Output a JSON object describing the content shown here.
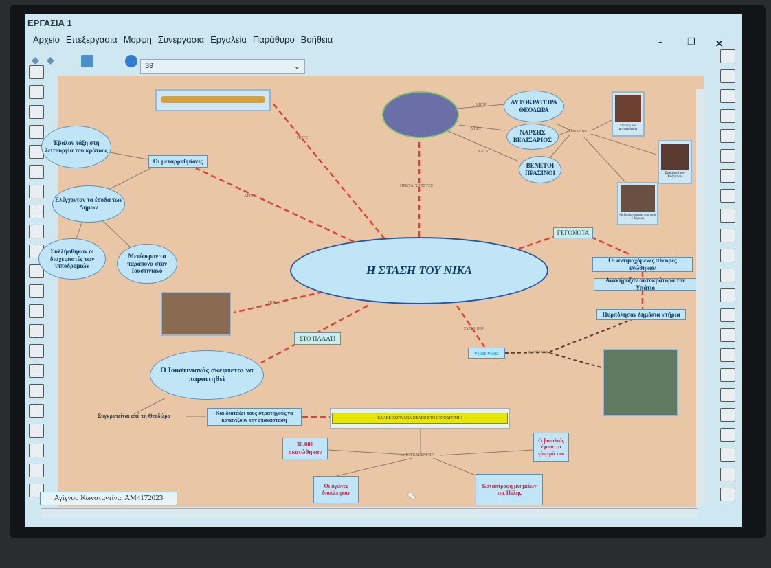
{
  "window": {
    "title": "ΕΡΓΑΣΙΑ 1"
  },
  "menu": [
    "Αρχείο",
    "Επεξεργασια",
    "Μορφη",
    "Συνεργασια",
    "Εργαλεία",
    "Παράθυρο",
    "Βοήθεια"
  ],
  "toolbar": {
    "zoom_value": "39"
  },
  "map": {
    "center": "Η ΣΤΑΣΗ ΤΟΥ ΝΙΚΑ",
    "theodora": "ΑΥΤΟΚΡΑΤΕΙΡΑ ΘΕΟΔΩΡΑ",
    "narses": "ΝΑΡΣΗΣ ΒΕΛΙΣΑΡΙΟΣ",
    "venetoi": "ΒΕΝΕΤΟΙ ΠΡΑΣΙΝΟΙ",
    "img1": "Σκίτσος του αυτοκράτορα",
    "img2": "Στρατηγοί του Βυζαντίου",
    "img3": "Οι δυο αντιμαχοι που τους έ Δήμους",
    "reforms": "Οι μεταρρυθμίσεις",
    "r1": "Έβαλαν τάξη στη λειτουργία του κράτους",
    "r2": "Ελέγχονταν τα έσοδα των Δήμων",
    "r3": "Συλλήφθηκαν οι διαχειριστές των ιπποδρομιών",
    "r4": "Μετέφεραν τα παράπονα στον Ιουστινιανό",
    "events": "ΓΕΓΟΝΟΤΑ",
    "e1": "Οι αντιμαχόμενες πλευρές ενώθηκαν",
    "e2": "Ανακήρυξαν αυτοκράτορα τον Υπάτιο",
    "e3": "Πυρπόλησαν δημόσια κτήρια",
    "nika": "νίκα νίκα",
    "palace": "ΣΤΟ ΠΑΛΑΤΙ",
    "justinian": "Ο Ιουστινιανός σκέφτεται να παραιτηθεί",
    "held": "Συγκρατείται από τη Θεοδώρα",
    "orders": "Και διατάζει τους στρατηγούς να κατανίζουν την επανάσταση",
    "yellow": "ΕΛΑΒΕ ΧΩΡΑ ΜΙΑ ΣΦΑΓΗ ΣΤΟ ΙΠΠΟΔΡΟΜΙΟ",
    "c1": "30.000 σκοτώθηκαν",
    "c2": "Ο βασιλιάς έχασε το γόητρό του",
    "c3": "Οι αγώνες διακόπηκαν",
    "c4": "Καταστροφή μνημείων της Πόλης",
    "author": "Αγίγνου Κωνσταντίνα, ΑΜ4172023",
    "links": {
      "yper": "ΥΠΕΡ",
      "kata": "ΚΑΤΑ",
      "protagonistes": "ΠΡΩΤΑΓΩΝΙΣΤΕΣ",
      "aitia": "ΑΙΤΙΑ",
      "pou": "ΠΟΥ",
      "pote": "ΠΟΤΕ",
      "synthima": "ΣΥΝΘΗΜΑ",
      "apotelesmata": "ΑΠΟΤΕΛΕΣΜΑΤΑ",
      "poioi": "Ποιοι ήταν",
      "fonazontas": "φωνάζοντας"
    }
  }
}
